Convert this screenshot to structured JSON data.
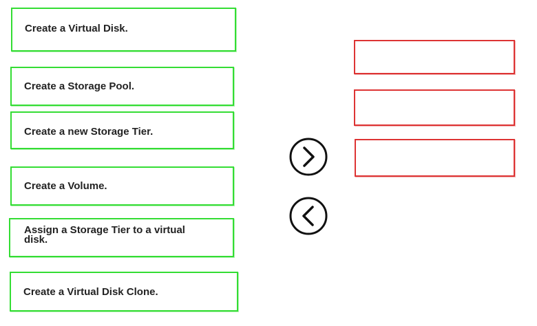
{
  "answer_area": {
    "source_items": [
      {
        "label": "Create a Virtual Disk."
      },
      {
        "label": "Create a Storage Pool."
      },
      {
        "label": "Create a new Storage Tier."
      },
      {
        "label": "Create a Volume."
      },
      {
        "label": "Assign a Storage Tier to a virtual\ndisk."
      },
      {
        "label": "Create a Virtual Disk Clone."
      }
    ],
    "target_slot_count": 3,
    "colors": {
      "source_border": "#33dd33",
      "target_border": "#dd3333",
      "arrow": "#111111"
    },
    "controls": {
      "move_right_icon": "chevron-right-circle",
      "move_left_icon": "chevron-left-circle"
    }
  }
}
